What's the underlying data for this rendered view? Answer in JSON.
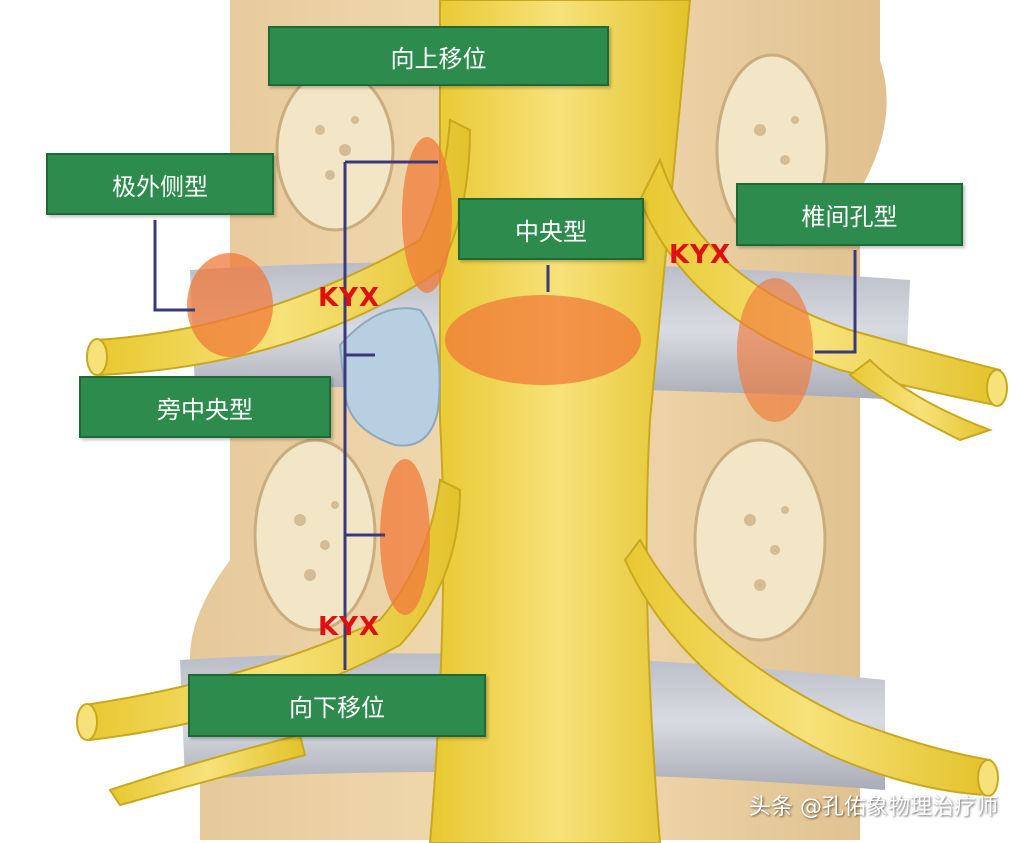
{
  "labels": {
    "upward": "向上移位",
    "far_lateral": "极外侧型",
    "central": "中央型",
    "foraminal": "椎间孔型",
    "paracentral": "旁中央型",
    "downward": "向下移位"
  },
  "markers": {
    "kyx_1": "KYX",
    "kyx_2": "KYX",
    "kyx_3": "KYX"
  },
  "watermark": "头条 @孔佑象物理治疗师",
  "colors": {
    "label_bg": "#2e8b4e",
    "nerve": "#f0d848",
    "lesion": "#f07a3a",
    "kyx_text": "#e01010",
    "bracket": "#3a3a7a"
  }
}
